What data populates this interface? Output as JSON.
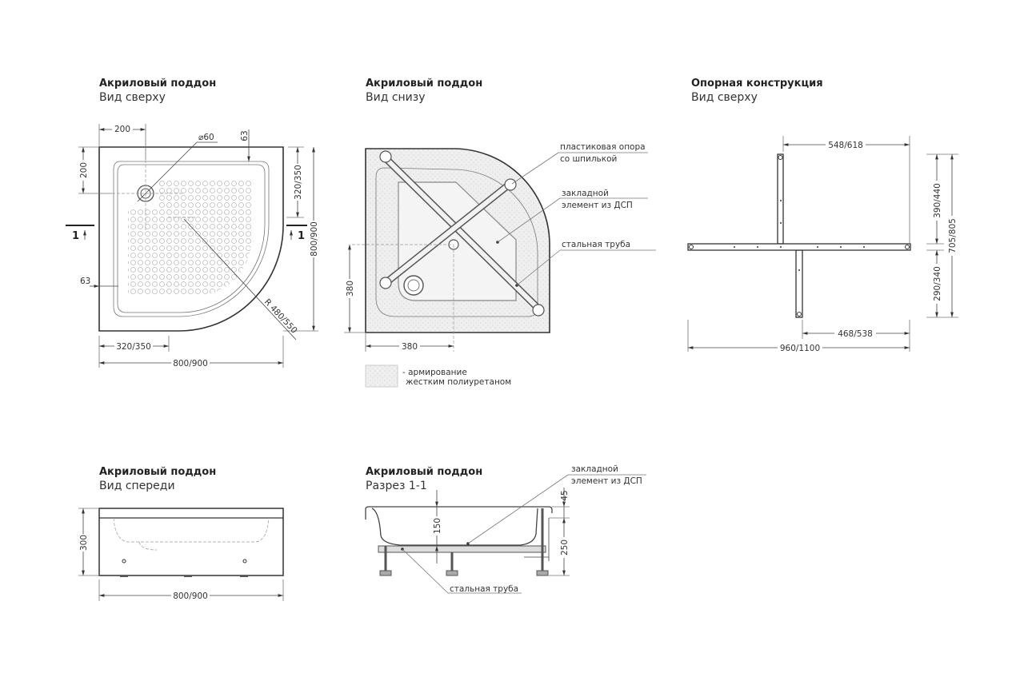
{
  "views": {
    "top": {
      "title": "Акриловый поддон",
      "subtitle": "Вид сверху",
      "dims": {
        "drain_x": "200",
        "drain_y": "200",
        "drain_diameter": "⌀60",
        "rim_top": "63",
        "rim_left": "63",
        "right_side": "320/350",
        "height": "800/900",
        "bottom_side": "320/350",
        "width": "800/900",
        "radius": "R 480/550"
      },
      "section_mark": "1"
    },
    "bottom": {
      "title": "Акриловый поддон",
      "subtitle": "Вид снизу",
      "dims": {
        "vertical": "380",
        "horizontal": "380"
      },
      "labels": {
        "support_1": "пластиковая опора",
        "support_2": "со шпилькой",
        "insert_1": "закладной",
        "insert_2": "элемент из ДСП",
        "pipe": "стальная труба"
      },
      "legend": {
        "line1": "- армирование",
        "line2": "жестким полиуретаном"
      }
    },
    "frame": {
      "title": "Опорная конструкция",
      "subtitle": "Вид сверху",
      "dims": {
        "top": "548/618",
        "upper": "390/440",
        "lower": "290/340",
        "total_height": "705/805",
        "lower_offset": "468/538",
        "width": "960/1100"
      }
    },
    "front": {
      "title": "Акриловый поддон",
      "subtitle": "Вид спереди",
      "dims": {
        "height": "300",
        "width": "800/900"
      }
    },
    "section": {
      "title": "Акриловый поддон",
      "subtitle": "Разрез 1-1",
      "dims": {
        "rim": "45",
        "depth": "150",
        "height": "250"
      },
      "labels": {
        "insert_1": "закладной",
        "insert_2": "элемент из ДСП",
        "pipe": "стальная труба"
      }
    }
  }
}
